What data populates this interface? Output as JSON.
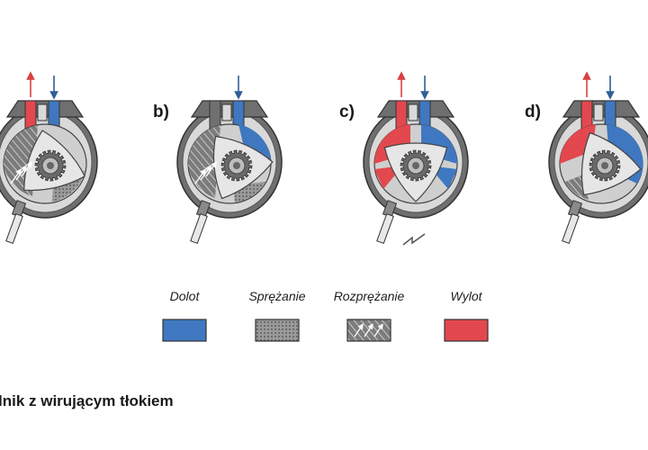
{
  "panels": [
    {
      "label": "",
      "phase": "intake-expansion",
      "exhaust_arrow": true,
      "intake_arrow": true,
      "spark": false
    },
    {
      "label": "b)",
      "phase": "compression",
      "exhaust_arrow": false,
      "intake_arrow": true,
      "spark": false
    },
    {
      "label": "c)",
      "phase": "ignition",
      "exhaust_arrow": true,
      "intake_arrow": true,
      "spark": true
    },
    {
      "label": "d)",
      "phase": "exhaust",
      "exhaust_arrow": true,
      "intake_arrow": true,
      "spark": false
    }
  ],
  "legend": [
    {
      "label": "Dolot",
      "pattern": "solid",
      "color": "#3f78c0"
    },
    {
      "label": "Sprężanie",
      "pattern": "dots",
      "color": "#8e8e8e"
    },
    {
      "label": "Rozprężanie",
      "pattern": "arrows",
      "color": "#7a7a7a"
    },
    {
      "label": "Wylot",
      "pattern": "solid",
      "color": "#e2484e"
    }
  ],
  "caption": "lnik z wirującym tłokiem",
  "colors": {
    "intake": "#3f78c0",
    "exhaust": "#e2484e",
    "housing": "#6f6f6f",
    "housing_light": "#d9d9d9",
    "rotor": "#e6e6e6",
    "gear": "#6a6a6a",
    "arrow_exhaust": "#d9403f",
    "arrow_intake": "#2f5f95"
  }
}
